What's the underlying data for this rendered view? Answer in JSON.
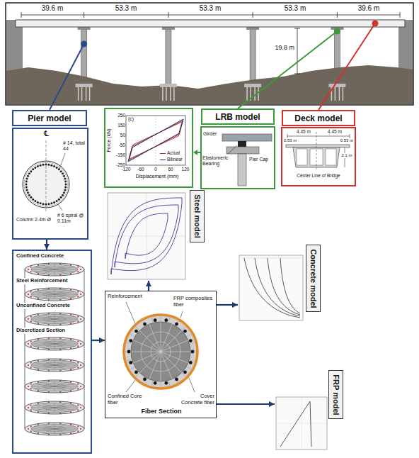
{
  "diagram": {
    "nodes": [
      {
        "text": [
          "Pier model"
        ]
      },
      {
        "text": [
          "℄",
          "# 14, total 44",
          "# 6 spiral @ 0.11m",
          "Column 2.4m Ø"
        ]
      },
      {
        "text": [
          "Confined Concrete",
          "Steel Reinforcement",
          "Unconfined Concrete",
          "Discretized Section"
        ]
      },
      {
        "text": [
          "LRB model"
        ]
      },
      {
        "text": [
          "Deck model"
        ]
      },
      {
        "text": [
          "Steel model"
        ]
      },
      {
        "text": [
          "Reinforcement",
          "FRP composites fiber",
          "Confined Core fiber",
          "Cover Concrete fiber",
          "Fiber Section"
        ]
      },
      {
        "text": [
          "Concrete model"
        ]
      },
      {
        "text": [
          "FRP model"
        ]
      }
    ],
    "edges": [
      {
        "from": 1,
        "to": 2,
        "arrow": "to"
      },
      {
        "from": 2,
        "to": 6,
        "arrow": "to"
      },
      {
        "from": 6,
        "to": 5,
        "arrow": "to"
      },
      {
        "from": 6,
        "to": 7,
        "arrow": "to"
      },
      {
        "from": 6,
        "to": 8,
        "arrow": "to"
      }
    ],
    "labels": [
      "39.6 m",
      "53.3 m",
      "53.3 m",
      "53.3 m",
      "39.6 m",
      "19.8 m",
      "(c)",
      "250",
      "150",
      "50",
      "-50",
      "-150",
      "-250",
      "-120",
      "-60",
      "0",
      "60",
      "120",
      "Force (kN)",
      "Displacement (mm)",
      "Girder",
      "Elastomeric Bearing",
      "Pier Cap",
      "4.45 m",
      "4.45 m",
      "0.53 m",
      "0.53 m",
      "2.1 m",
      "Center Line of Bridge"
    ],
    "legend": [
      {
        "text": "Actual"
      },
      {
        "text": "Bilinear"
      }
    ]
  }
}
